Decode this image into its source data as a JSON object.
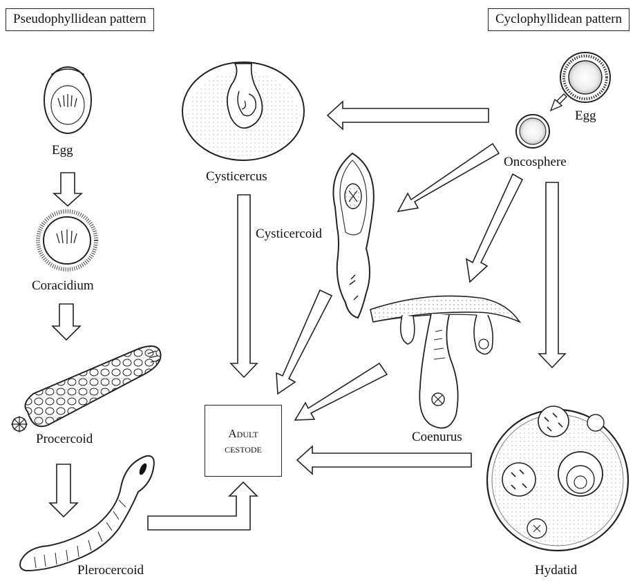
{
  "patterns": {
    "left_title": "Pseudophyllidean pattern",
    "right_title": "Cyclophyllidean pattern"
  },
  "left_stages": {
    "egg": "Egg",
    "coracidium": "Coracidium",
    "procercoid": "Procercoid",
    "plerocercoid": "Plerocercoid"
  },
  "right_stages": {
    "egg": "Egg",
    "oncosphere": "Oncosphere",
    "cysticercus": "Cysticercus",
    "cysticercoid": "Cysticercoid",
    "coenurus": "Coenurus",
    "hydatid": "Hydatid"
  },
  "center": {
    "adult_line1": "Adult",
    "adult_line2": "cestode"
  },
  "icons": [
    "egg-icon",
    "coracidium-icon",
    "procercoid-icon",
    "plerocercoid-icon",
    "cysticercus-icon",
    "cysticercoid-icon",
    "coenurus-icon",
    "hydatid-icon",
    "oncosphere-icon"
  ]
}
